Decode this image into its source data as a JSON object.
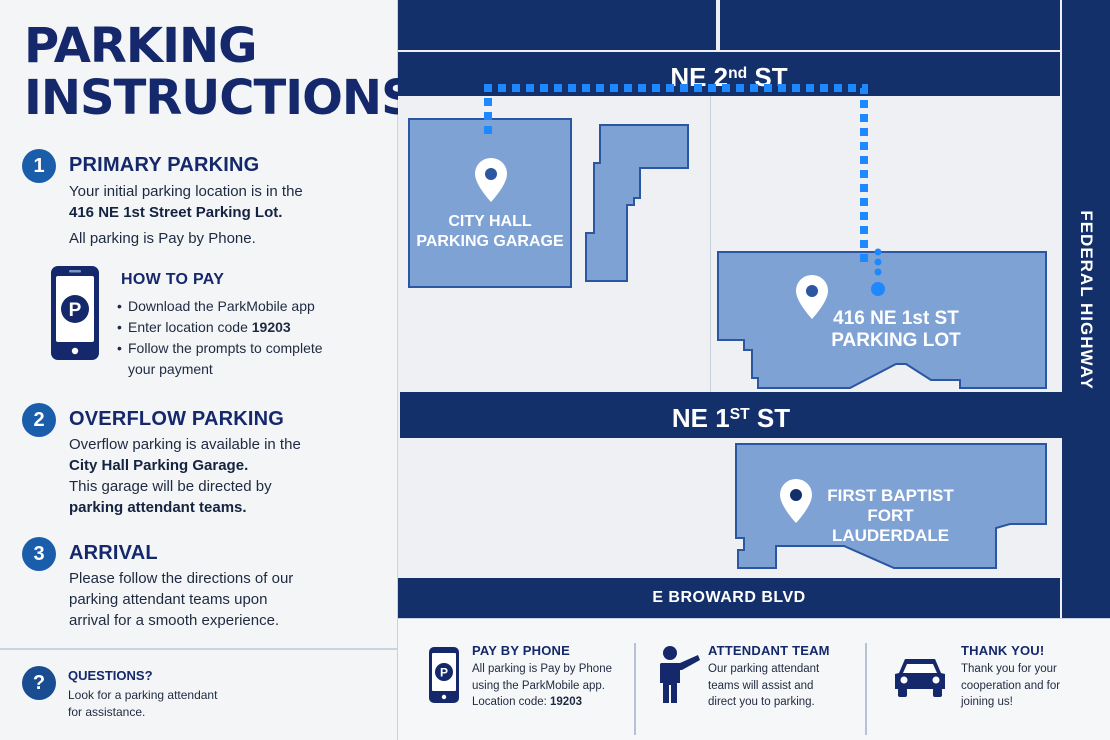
{
  "left": {
    "title_line1": "PARKING",
    "title_line2": "INSTRUCTIONS",
    "primary": {
      "number": "1",
      "heading": "PRIMARY PARKING",
      "line1": "Your initial parking location is in the",
      "line2": "416 NE 1st Street Parking Lot.",
      "line3": "All parking is Pay by Phone."
    },
    "how_to_pay": {
      "heading": "HOW TO PAY",
      "item1": "Download the ParkMobile app",
      "item2_prefix": "Enter location code ",
      "item2_code": "19203",
      "item3_line1": "Follow the prompts to complete",
      "item3_line2": "your payment",
      "phone_icon": "phone-parking-icon"
    },
    "overflow": {
      "number": "2",
      "heading": "OVERFLOW PARKING",
      "line1": "Overflow parking is available in the",
      "line2": "City Hall Parking Garage.",
      "line3": "This garage will be directed by",
      "line4": "parking attendant teams."
    },
    "arrival": {
      "number": "3",
      "heading": "ARRIVAL",
      "line1": "Please follow the directions of our",
      "line2": "parking attendant teams upon",
      "line3": "arrival for a smooth experience."
    },
    "questions": {
      "symbol": "?",
      "heading": "QUESTIONS?",
      "line1": "Look for a parking attendant",
      "line2": "for assistance."
    }
  },
  "map": {
    "ne2_name": "NE 2",
    "ne2_sup": "nd",
    "ne2_suffix": " ST",
    "ne1_name": "NE 1",
    "ne1_sup": "ST",
    "ne1_suffix": " ST",
    "broward": "E BROWARD BLVD",
    "federal": "FEDERAL HIGHWAY",
    "city_hall_line1": "CITY HALL",
    "city_hall_line2": "PARKING GARAGE",
    "lot_line1": "416 NE 1st ST",
    "lot_line2": "PARKING LOT",
    "church_line1": "FIRST BAPTIST",
    "church_line2": "FORT LAUDERDALE",
    "colors": {
      "road": "#14306a",
      "block": "#7fa2d4",
      "block_border": "#2a56a2",
      "route": "#1e88ff",
      "ground": "#eef0f3"
    }
  },
  "footer": {
    "pay": {
      "heading": "PAY BY PHONE",
      "line1": "All parking is Pay by Phone",
      "line2": "using the ParkMobile app.",
      "line3_prefix": "Location code: ",
      "line3_code": "19203"
    },
    "attendant": {
      "heading": "ATTENDANT TEAM",
      "line1": "Our parking attendant",
      "line2": "teams will assist and",
      "line3": "direct you to parking."
    },
    "thanks": {
      "heading": "THANK YOU!",
      "line1": "Thank you for your",
      "line2": "cooperation and for",
      "line3": "joining us!"
    }
  }
}
